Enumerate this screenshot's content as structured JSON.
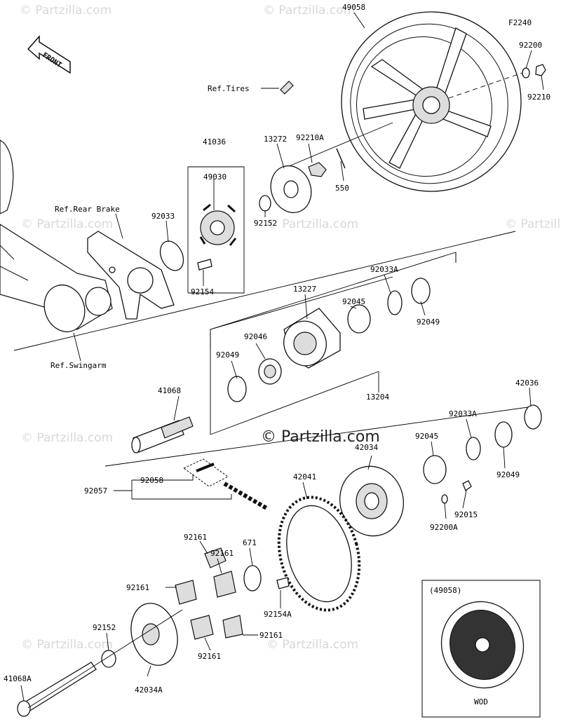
{
  "diagram_code": "F2240",
  "watermark_small": "© Partzilla.com",
  "watermark_main": "© Partzilla.com",
  "front_label": "FRONT",
  "ref_labels": {
    "tires": "Ref.Tires",
    "rear_brake": "Ref.Rear Brake",
    "swingarm": "Ref.Swingarm"
  },
  "part_labels": {
    "p49058": "49058",
    "p92200": "92200",
    "p92210": "92210",
    "p41036": "41036",
    "p49030": "49030",
    "p13272": "13272",
    "p92210A": "92210A",
    "p550": "550",
    "p92033_top": "92033",
    "p92152_top": "92152",
    "p92154": "92154",
    "p92033A_mid": "92033A",
    "p13227": "13227",
    "p92045_mid": "92045",
    "p92049_upper": "92049",
    "p92046": "92046",
    "p92049_left": "92049",
    "p41068": "41068",
    "p13204": "13204",
    "p42036": "42036",
    "p92033A_low": "92033A",
    "p42034": "42034",
    "p92045_low": "92045",
    "p92049_low": "92049",
    "p92058": "92058",
    "p92057": "92057",
    "p42041": "42041",
    "p92015": "92015",
    "p92200A": "92200A",
    "p92161_a": "92161",
    "p92161_b": "92161",
    "p671": "671",
    "p92161_c": "92161",
    "p92154A": "92154A",
    "p92152_low": "92152",
    "p92161_d": "92161",
    "p92161_e": "92161",
    "p41068A": "41068A",
    "p42034A": "42034A"
  },
  "inset": {
    "title": "(49058)",
    "caption": "WOD"
  }
}
